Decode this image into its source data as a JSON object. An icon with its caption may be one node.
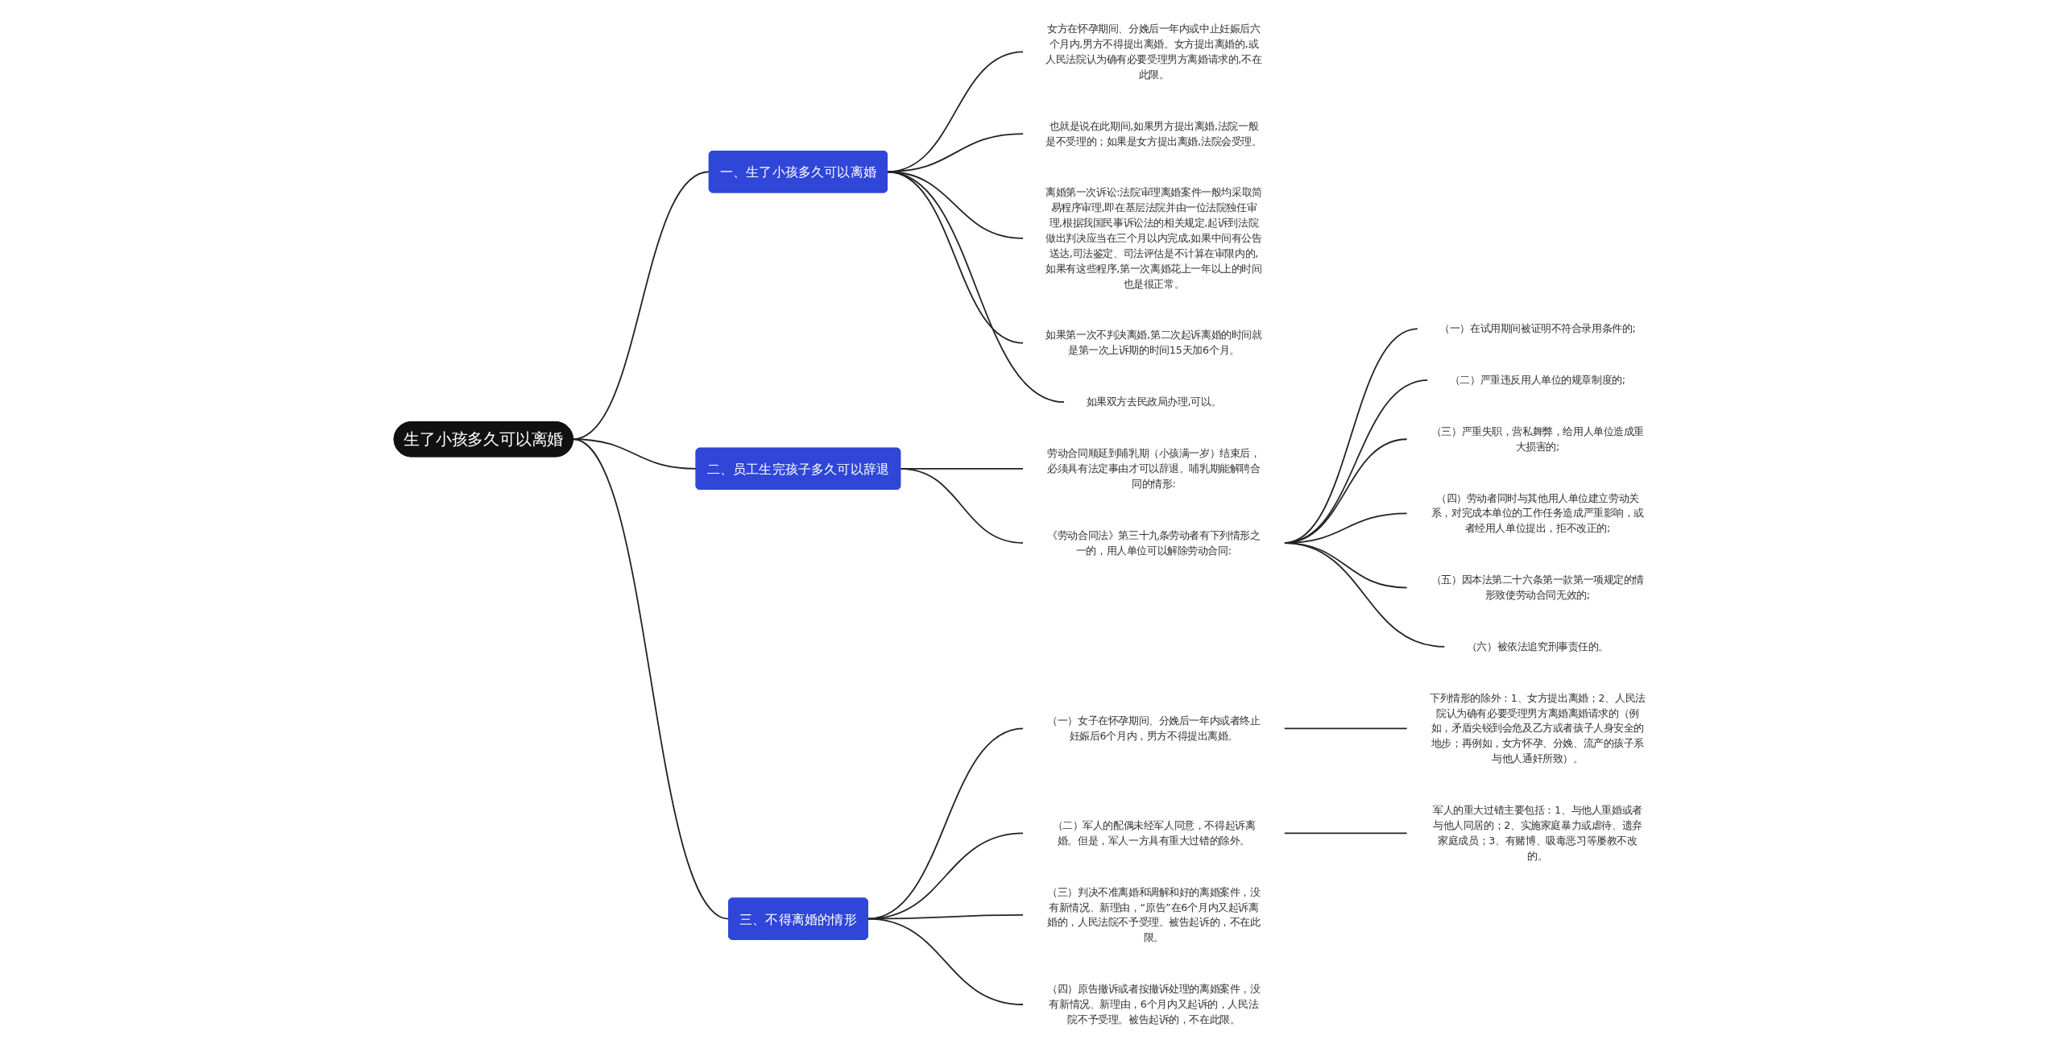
{
  "diagram": {
    "nodes": [
      {
        "text": [
          "生了小孩多久可以离婚"
        ]
      },
      {
        "text": [
          "一、生了小孩多久可以离婚"
        ]
      },
      {
        "text": [
          "女方在怀孕期间、分娩后一年内或中止妊娠后六个月内,男方不得提出离婚。女方提出离婚的,或人民法院认为确有必要受理男方离婚请求的,不在此限。"
        ]
      },
      {
        "text": [
          "也就是说在此期间,如果男方提出离婚,法院一般是不受理的；如果是女方提出离婚,法院会受理。"
        ]
      },
      {
        "text": [
          "离婚第一次诉讼:法院审理离婚案件一般均采取简易程序审理,即在基层法院并由一位法院独任审理,根据我国民事诉讼法的相关规定,起诉到法院做出判决应当在三个月以内完成,如果中间有公告送达,司法鉴定、司法评估是不计算在审限内的,如果有这些程序,第一次离婚花上一年以上的时间也是很正常。"
        ]
      },
      {
        "text": [
          "如果第一次不判决离婚,第二次起诉离婚的时间就是第一次上诉期的时间15天加6个月。"
        ]
      },
      {
        "text": [
          "如果双方去民政局办理,可以。"
        ]
      },
      {
        "text": [
          "二、员工生完孩子多久可以辞退"
        ]
      },
      {
        "text": [
          "劳动合同顺延到哺乳期（小孩满一岁）结束后，必须具有法定事由才可以辞退。哺乳期能解聘合同的情形:"
        ]
      },
      {
        "text": [
          "《劳动合同法》第三十九条劳动者有下列情形之一的，用人单位可以解除劳动合同:"
        ]
      },
      {
        "text": [
          "（一）在试用期间被证明不符合录用条件的;"
        ]
      },
      {
        "text": [
          "（二）严重违反用人单位的规章制度的;"
        ]
      },
      {
        "text": [
          "（三）严重失职，营私舞弊，给用人单位造成重大损害的;"
        ]
      },
      {
        "text": [
          "（四）劳动者同时与其他用人单位建立劳动关系，对完成本单位的工作任务造成严重影响，或者经用人单位提出，拒不改正的;"
        ]
      },
      {
        "text": [
          "（五）因本法第二十六条第一款第一项规定的情形致使劳动合同无效的;"
        ]
      },
      {
        "text": [
          "（六）被依法追究刑事责任的。"
        ]
      },
      {
        "text": [
          "三、不得离婚的情形"
        ]
      },
      {
        "text": [
          "（一）女子在怀孕期间、分娩后一年内或者终止妊娠后6个月内，男方不得提出离婚。"
        ]
      },
      {
        "text": [
          "下列情形的除外：1、女方提出离婚；2、人民法院认为确有必要受理男方离婚离婚请求的（例如，矛盾尖锐到会危及乙方或者孩子人身安全的地步；再例如，女方怀孕、分娩、流产的孩子系与他人通奸所致）。"
        ]
      },
      {
        "text": [
          "（二）军人的配偶未经军人同意，不得起诉离婚。但是，军人一方具有重大过错的除外。"
        ]
      },
      {
        "text": [
          "军人的重大过错主要包括：1、与他人重婚或者与他人同居的；2、实施家庭暴力或虐待、遗弃家庭成员；3、有赌博、吸毒恶习等屡教不改的。"
        ]
      },
      {
        "text": [
          "（三）判决不准离婚和调解和好的离婚案件，没有新情况、新理由，“原告”在6个月内又起诉离婚的，人民法院不予受理。被告起诉的，不在此限。"
        ]
      },
      {
        "text": [
          "（四）原告撤诉或者按撤诉处理的离婚案件，没有新情况、新理由，6个月内又起诉的，人民法院不予受理。被告起诉的，不在此限。"
        ]
      }
    ],
    "edges": [
      {
        "from": 0,
        "to": 1,
        "arrow": "none"
      },
      {
        "from": 1,
        "to": 2,
        "arrow": "none"
      },
      {
        "from": 1,
        "to": 3,
        "arrow": "none"
      },
      {
        "from": 1,
        "to": 4,
        "arrow": "none"
      },
      {
        "from": 1,
        "to": 5,
        "arrow": "none"
      },
      {
        "from": 1,
        "to": 6,
        "arrow": "none"
      },
      {
        "from": 0,
        "to": 7,
        "arrow": "none"
      },
      {
        "from": 7,
        "to": 8,
        "arrow": "none"
      },
      {
        "from": 7,
        "to": 9,
        "arrow": "none"
      },
      {
        "from": 9,
        "to": 10,
        "arrow": "none"
      },
      {
        "from": 9,
        "to": 11,
        "arrow": "none"
      },
      {
        "from": 9,
        "to": 12,
        "arrow": "none"
      },
      {
        "from": 9,
        "to": 13,
        "arrow": "none"
      },
      {
        "from": 9,
        "to": 14,
        "arrow": "none"
      },
      {
        "from": 9,
        "to": 15,
        "arrow": "none"
      },
      {
        "from": 0,
        "to": 16,
        "arrow": "none"
      },
      {
        "from": 16,
        "to": 17,
        "arrow": "none"
      },
      {
        "from": 17,
        "to": 18,
        "arrow": "none"
      },
      {
        "from": 16,
        "to": 19,
        "arrow": "none"
      },
      {
        "from": 19,
        "to": 20,
        "arrow": "none"
      },
      {
        "from": 16,
        "to": 21,
        "arrow": "none"
      },
      {
        "from": 16,
        "to": 22,
        "arrow": "none"
      }
    ]
  }
}
